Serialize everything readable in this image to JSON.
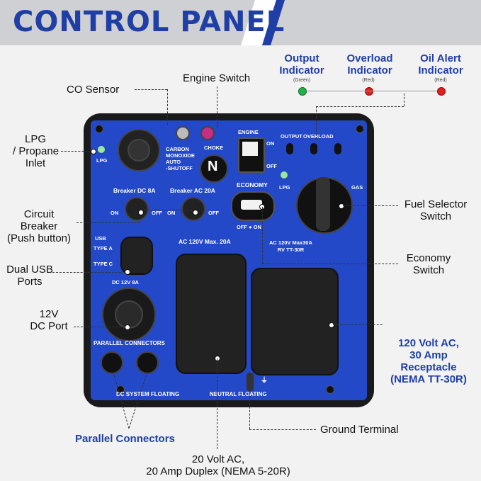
{
  "header": {
    "title": "CONTROL PANEL"
  },
  "indicators": [
    {
      "label_line1": "Output",
      "label_line2": "Indicator",
      "color_note": "(Green)",
      "color": "#22b24c"
    },
    {
      "label_line1": "Overload",
      "label_line2": "Indicator",
      "color_note": "(Red)",
      "color": "#e02020"
    },
    {
      "label_line1": "Oil Alert",
      "label_line2": "Indicator",
      "color_note": "(Red)",
      "color": "#e02020"
    }
  ],
  "callouts": {
    "co_sensor": "CO Sensor",
    "engine_switch": "Engine Switch",
    "lpg_line1": "LPG",
    "lpg_line2": "/ Propane",
    "lpg_line3": "Inlet",
    "breaker_line1": "Circuit",
    "breaker_line2": "Breaker",
    "breaker_line3": "(Push button)",
    "usb_line1": "Dual USB",
    "usb_line2": "Ports",
    "dc_line1": "12V",
    "dc_line2": "DC Port",
    "fuel_line1": "Fuel Selector",
    "fuel_line2": "Switch",
    "economy_line1": "Economy",
    "economy_line2": "Switch",
    "rv_line1": "120 Volt AC,",
    "rv_line2": "30 Amp",
    "rv_line3": "Receptacle",
    "rv_line4": "(NEMA TT-30R)",
    "parallel": "Parallel Connectors",
    "ground": "Ground Terminal",
    "duplex_line1": "20 Volt AC,",
    "duplex_line2": "20 Amp Duplex (NEMA 5-20R)"
  },
  "panel_text": {
    "lpg": "LPG",
    "co_line1": "CARBON",
    "co_line2": "MONOXIDE",
    "co_line3": "AUTO",
    "co_line4": "-SHUTOFF",
    "choke": "CHOKE",
    "engine": "ENGINE",
    "on": "ON",
    "off": "OFF",
    "output": "OUTPUT",
    "overload": "OVERLOAD",
    "economy": "ECONOMY",
    "off_on": "OFF ● ON",
    "lpg2": "LPG",
    "gas": "GAS",
    "breaker_dc": "Breaker  DC 8A",
    "breaker_ac": "Breaker  AC 20A",
    "usb": "USB",
    "type_a": "TYPE A",
    "type_c": "TYPE C",
    "dc_12v": "DC 12V 8A",
    "ac_20a": "AC 120V Max. 20A",
    "ac_30a_line1": "AC 120V Max30A",
    "ac_30a_line2": "RV TT-30R",
    "parallel": "PARALLEL CONNECTORS",
    "dc_floating": "DC SYSTEM FLOATING",
    "neutral_floating": "NEUTRAL  FLOATING",
    "n_symbol": "N"
  }
}
